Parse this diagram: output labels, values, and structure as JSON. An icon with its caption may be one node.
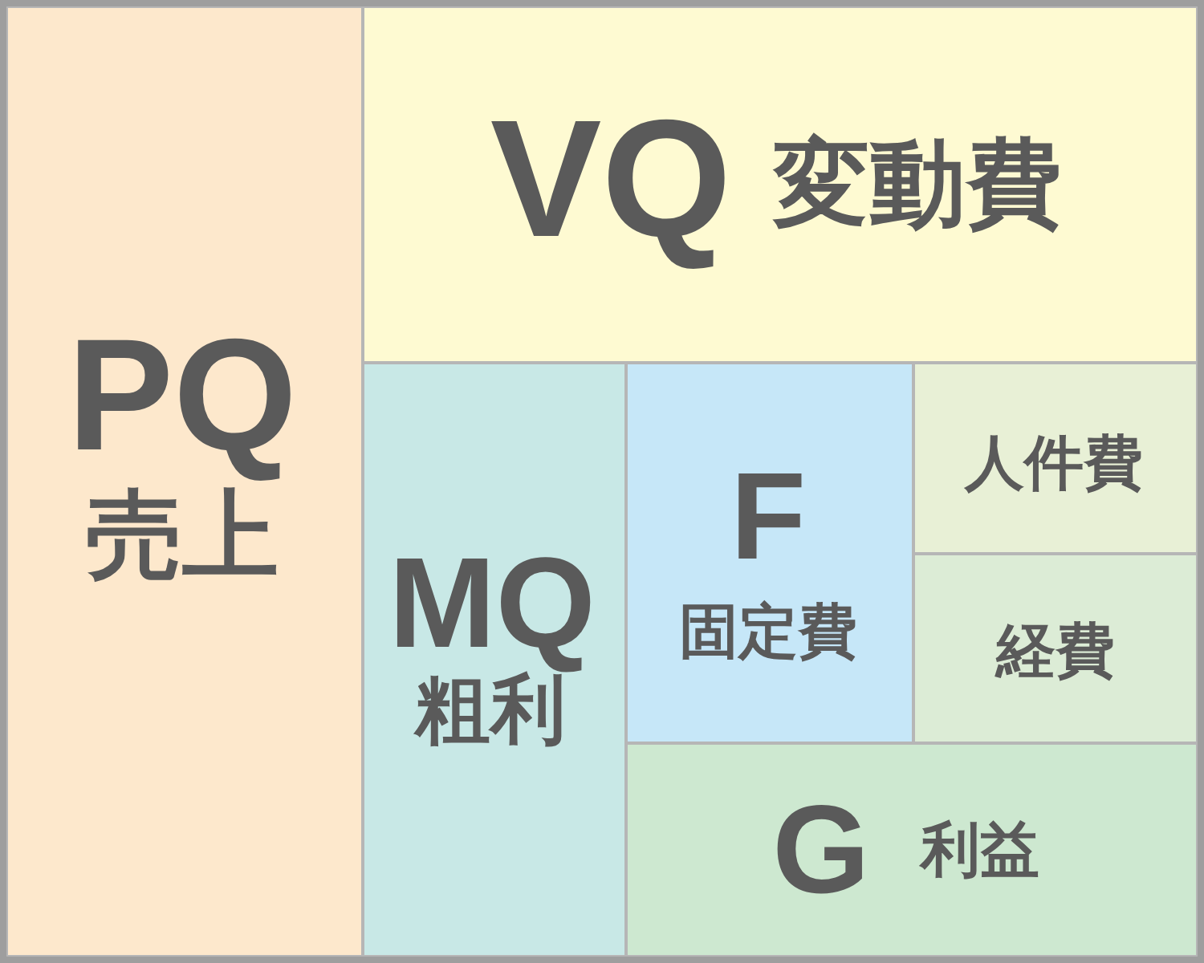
{
  "diagram": {
    "nodes": [
      {
        "text": [
          "PQ",
          "売上"
        ]
      },
      {
        "text": [
          "VQ",
          "変動費"
        ]
      },
      {
        "text": [
          "MQ",
          "粗利"
        ]
      },
      {
        "text": [
          "F",
          "固定費"
        ]
      },
      {
        "text": [
          "人件費"
        ]
      },
      {
        "text": [
          "経費"
        ]
      },
      {
        "text": [
          "G",
          "利益"
        ]
      }
    ]
  }
}
